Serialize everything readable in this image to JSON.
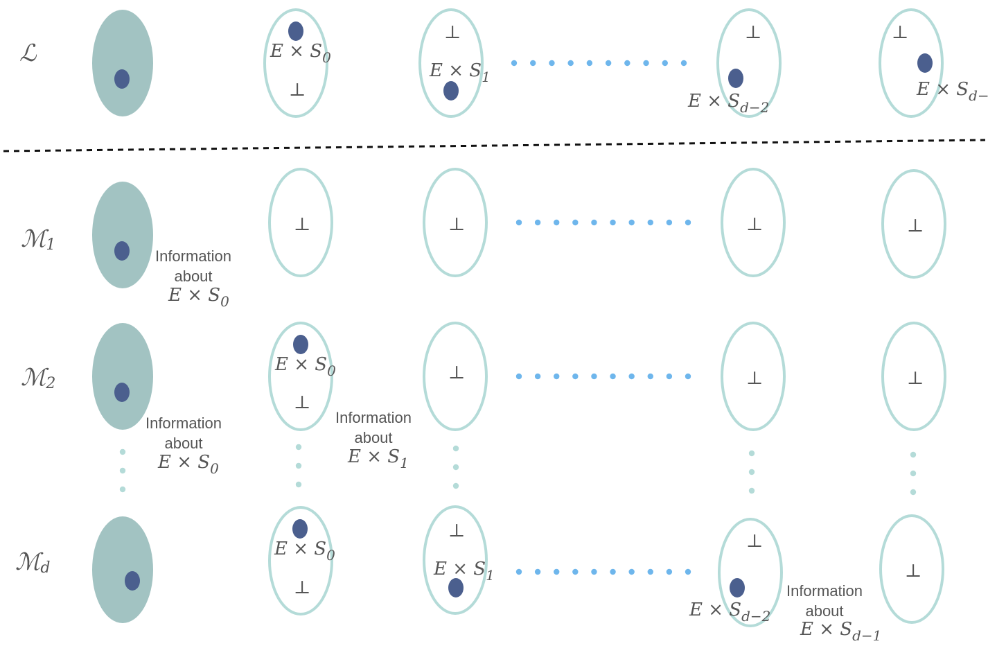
{
  "labels": {
    "row_L": "ℒ",
    "row_M": "ℳ",
    "row_M1_sub": "1",
    "row_M2_sub": "2",
    "row_Md_sub": "d"
  },
  "symbols": {
    "bottom": "⊥",
    "ExS": "E × S",
    "sub0": "0",
    "sub1": "1",
    "sub_d2": "d−2",
    "sub_d1": "d−1"
  },
  "info": {
    "line1": "Information",
    "line2": "about"
  },
  "colors": {
    "filled_ellipse": "#a2c3c2",
    "outline_ellipse": "#b4dbd8",
    "dot": "#4b5f8e",
    "row_dots": "#6eb6ec",
    "vertical_dots": "#b4dbd8",
    "separator": "#111111",
    "text": "#555555"
  }
}
